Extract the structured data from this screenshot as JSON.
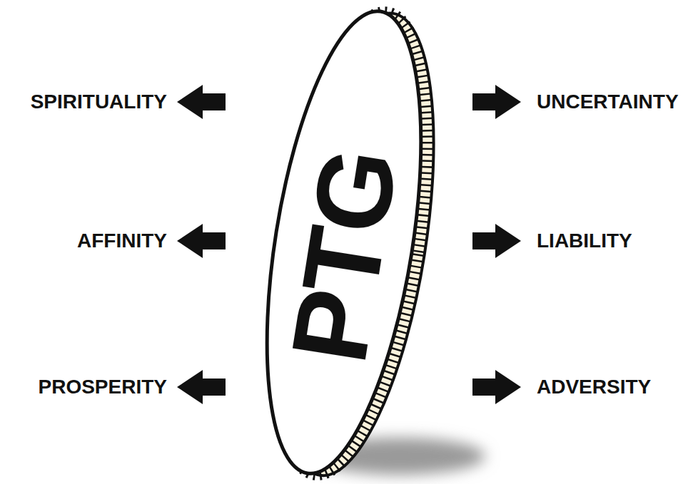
{
  "diagram": {
    "nodes": [
      {
        "text": [
          "PTG"
        ]
      }
    ],
    "labels": [
      "SPIRITUALITY",
      "UNCERTAINTY",
      "AFFINITY",
      "LIABILITY",
      "PROSPERITY",
      "ADVERSITY"
    ]
  }
}
